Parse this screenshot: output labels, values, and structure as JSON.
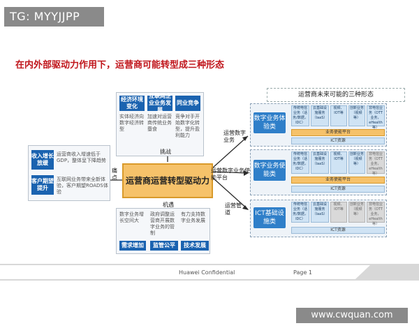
{
  "tag": "TG: MYYJJPP",
  "watermark": "www.cwquan.com",
  "title": "在内外部驱动力作用下，运营商可能转型成三种形态",
  "right_header": "运营商未来可能的三种形态",
  "core": "运营商运营转型驱动力",
  "challenge_label": "挑战",
  "pain_label": "痛点",
  "opportunity_label": "机遇",
  "top": {
    "tabs": [
      "经济环境变化",
      "互联网企业业务发展",
      "同业竞争"
    ],
    "texts": [
      "实体经济向数字经济转型",
      "加速对运营商传统业务蚕食",
      "竞争对手开始数字化转型，提升盈利能力"
    ]
  },
  "left": {
    "tabs": [
      "收入增长放缓",
      "客户期望提升"
    ],
    "texts": [
      "运营商收入增速低于GDP，整体呈下降趋势",
      "互联网业务带来全新体验，客户期望ROADS体验"
    ]
  },
  "bottom": {
    "texts": [
      "数字业务增长空间大",
      "政府调整运营商开展数字业务的管制",
      "有力支持数字业务发展"
    ],
    "tabs": [
      "需求增加",
      "监管公平",
      "技术发展"
    ]
  },
  "arrows": [
    "运营数字业务",
    "运营数字业务使能平台",
    "运营管道"
  ],
  "groups": [
    {
      "label": "数字业务体验类",
      "cells": [
        "传统电信业务（话务/数据，IDC）",
        "云基础设施服务（IaaS）",
        "视频、IOT等",
        "创新业务（视频等）",
        "非电信业务（OTT业务，eHealth等）"
      ],
      "bars": [
        "业务使能平台",
        "ICT资源"
      ]
    },
    {
      "label": "数字业务使能类",
      "cells": [
        "传统电信业务（话务/数据，IDC）",
        "云基础设施服务（IaaS）",
        "视频、IOT等",
        "创新业务（视频等）",
        "非电信业务（OTT业务，eHealth等）"
      ],
      "bars": [
        "业务使能平台",
        "ICT资源"
      ]
    },
    {
      "label": "ICT基础设施类",
      "cells": [
        "传统电信业务（话务/数据，IDC）",
        "云基础设施服务（IaaS）",
        "视频、IOT等",
        "创新业务（视频等）",
        "非电信业务（OTT业务，eHealth等）"
      ],
      "bars": [
        "ICT资源"
      ]
    }
  ],
  "footer": {
    "confidential": "Huawei Confidential",
    "page": "Page 1"
  }
}
